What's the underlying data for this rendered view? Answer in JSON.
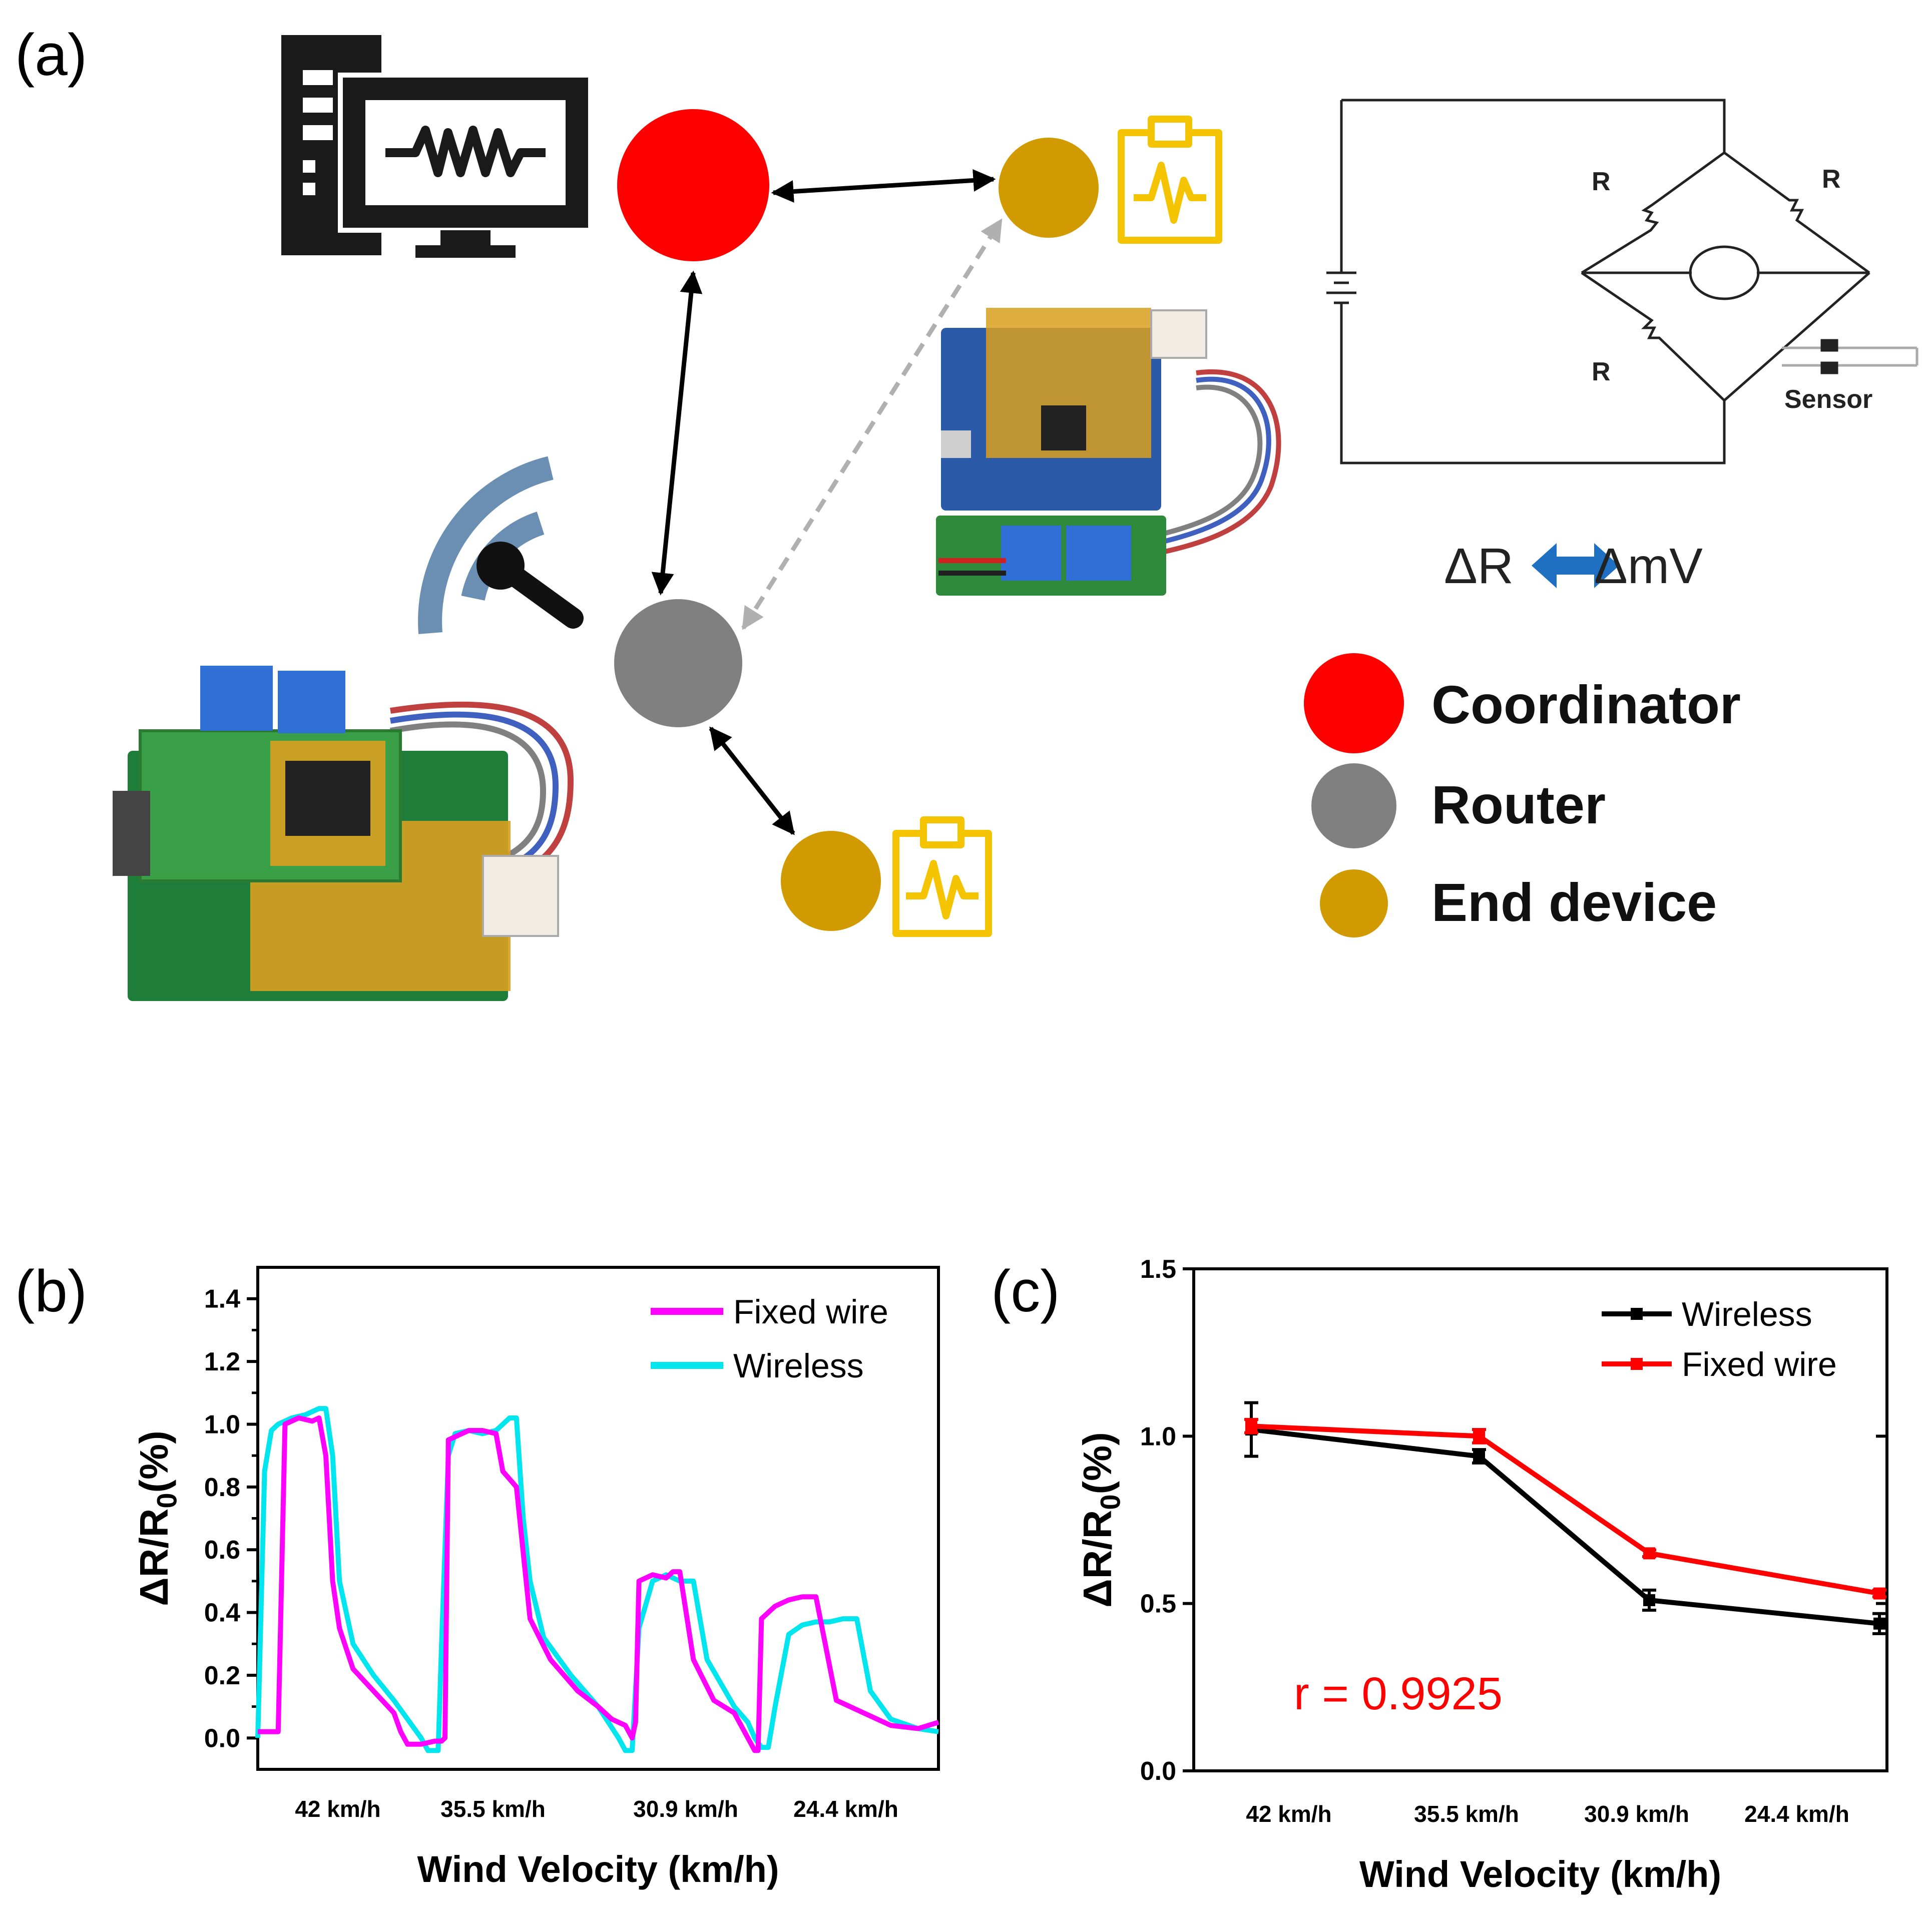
{
  "panels": {
    "a": "(a)",
    "b": "(b)",
    "c": "(c)"
  },
  "network": {
    "circuit": {
      "resistor_label": "R",
      "sensor_label": "Sensor",
      "delta_r": "ΔR",
      "delta_mv": "ΔmV"
    },
    "legend": [
      {
        "label": "Coordinator",
        "color": "#ff0000"
      },
      {
        "label": "Router",
        "color": "#808080"
      },
      {
        "label": "End device",
        "color": "#d19a00"
      }
    ],
    "colors": {
      "coordinator": "#ff0000",
      "router": "#808080",
      "end_device": "#d19a00",
      "monitor_icon": "#f5c400",
      "wifi_icon": "#6b8fb3",
      "double_arrow": "#1f6fc2"
    },
    "icons": [
      "computer-monitor-icon",
      "heartbeat-clipboard-icon",
      "wireless-antenna-icon",
      "double-arrow-icon"
    ]
  },
  "chart_data": [
    {
      "id": "b",
      "type": "line",
      "xlabel": "Wind Velocity (km/h)",
      "ylabel": "ΔR/R0(%)",
      "ylim": [
        -0.1,
        1.5
      ],
      "yticks": [
        0.0,
        0.2,
        0.4,
        0.6,
        0.8,
        1.0,
        1.2,
        1.4
      ],
      "ytick_labels": [
        "0.0",
        "0.2",
        "0.4",
        "0.6",
        "0.8",
        "1.0",
        "1.2",
        "1.4"
      ],
      "xlim": [
        0,
        100
      ],
      "categories": [
        "42 km/h",
        "35.5 km/h",
        "30.9 km/h",
        "24.4 km/h"
      ],
      "legend_position": "top-right",
      "series": [
        {
          "name": "Fixed wire",
          "color": "#ff00ff",
          "x": [
            0,
            2,
            3,
            4,
            6,
            8,
            9,
            10,
            11,
            12,
            14,
            17,
            20,
            21,
            22,
            24,
            26,
            27,
            27.5,
            28,
            30,
            31,
            33,
            35,
            36,
            38,
            40,
            43,
            47,
            50,
            52,
            54,
            55,
            55.5,
            56,
            58,
            60,
            61,
            62,
            64,
            67,
            70,
            71,
            72,
            73,
            73.5,
            74,
            76,
            78,
            80,
            82,
            85,
            89,
            93,
            97,
            100
          ],
          "y": [
            0.02,
            0.02,
            0.02,
            1.0,
            1.02,
            1.01,
            1.02,
            0.9,
            0.5,
            0.35,
            0.22,
            0.15,
            0.08,
            0.02,
            -0.02,
            -0.02,
            -0.01,
            -0.01,
            0.0,
            0.95,
            0.97,
            0.98,
            0.98,
            0.97,
            0.85,
            0.8,
            0.38,
            0.25,
            0.15,
            0.1,
            0.06,
            0.04,
            0.0,
            0.05,
            0.5,
            0.52,
            0.51,
            0.53,
            0.53,
            0.25,
            0.12,
            0.08,
            0.04,
            0.0,
            -0.04,
            -0.04,
            0.38,
            0.42,
            0.44,
            0.45,
            0.45,
            0.12,
            0.08,
            0.04,
            0.03,
            0.05
          ]
        },
        {
          "name": "Wireless",
          "color": "#00e5ee",
          "x": [
            0,
            1,
            2,
            3,
            5,
            7,
            9,
            10,
            11,
            12,
            14,
            17,
            20,
            22,
            24,
            25,
            26,
            26.5,
            27,
            28,
            29,
            31,
            33,
            35,
            37,
            38,
            39,
            40,
            42,
            46,
            50,
            53,
            54,
            55,
            56,
            58,
            60,
            62,
            64,
            66,
            70,
            72,
            73,
            74,
            75,
            76,
            78,
            80,
            82,
            84,
            86,
            88,
            90,
            93,
            97,
            100
          ],
          "y": [
            0.0,
            0.85,
            0.98,
            1.0,
            1.02,
            1.03,
            1.05,
            1.05,
            0.9,
            0.5,
            0.3,
            0.2,
            0.12,
            0.06,
            0.0,
            -0.04,
            -0.04,
            -0.04,
            0.3,
            0.9,
            0.97,
            0.98,
            0.97,
            0.98,
            1.02,
            1.02,
            0.7,
            0.5,
            0.32,
            0.2,
            0.1,
            0.0,
            -0.04,
            -0.04,
            0.35,
            0.5,
            0.52,
            0.5,
            0.5,
            0.25,
            0.1,
            0.05,
            0.0,
            -0.03,
            -0.03,
            0.1,
            0.33,
            0.36,
            0.37,
            0.37,
            0.38,
            0.38,
            0.15,
            0.06,
            0.03,
            0.02
          ]
        }
      ]
    },
    {
      "id": "c",
      "type": "line",
      "xlabel": "Wind Velocity (km/h)",
      "ylabel": "ΔR/R0(%)",
      "ylim": [
        0.0,
        1.5
      ],
      "yticks": [
        0.0,
        0.5,
        1.0,
        1.5
      ],
      "ytick_labels": [
        "0.0",
        "0.5",
        "1.0",
        "1.5"
      ],
      "categories": [
        "42 km/h",
        "35.5 km/h",
        "30.9 km/h",
        "24.4 km/h"
      ],
      "annotation": "r = 0.9925",
      "annotation_color": "#ff0000",
      "legend_position": "top-right",
      "series": [
        {
          "name": "Wireless",
          "color": "#000000",
          "values": [
            1.02,
            0.94,
            0.51,
            0.44
          ],
          "errors": [
            0.08,
            0.02,
            0.03,
            0.03
          ]
        },
        {
          "name": "Fixed wire",
          "color": "#ff0000",
          "values": [
            1.03,
            1.0,
            0.65,
            0.53
          ],
          "errors": [
            0.02,
            0.02,
            0.01,
            0.01
          ]
        }
      ]
    }
  ]
}
